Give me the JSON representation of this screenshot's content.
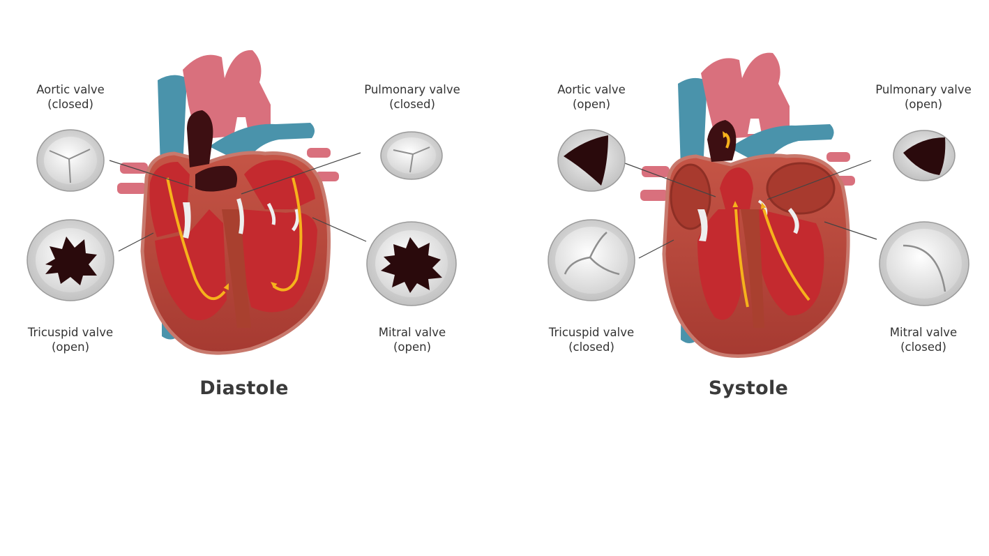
{
  "diastole": {
    "title": "Diastole",
    "aortic": {
      "name": "Aortic valve",
      "state": "(closed)"
    },
    "pulmonary": {
      "name": "Pulmonary valve",
      "state": "(closed)"
    },
    "tricuspid": {
      "name": "Tricuspid valve",
      "state": "(open)"
    },
    "mitral": {
      "name": "Mitral valve",
      "state": "(open)"
    }
  },
  "systole": {
    "title": "Systole",
    "aortic": {
      "name": "Aortic valve",
      "state": "(open)"
    },
    "pulmonary": {
      "name": "Pulmonary valve",
      "state": "(open)"
    },
    "tricuspid": {
      "name": "Tricuspid valve",
      "state": "(closed)"
    },
    "mitral": {
      "name": "Mitral valve",
      "state": "(closed)"
    }
  },
  "colors": {
    "artery_pink": "#d9707d",
    "vein_blue": "#4a93ab",
    "myocardium": "#b8453a",
    "chamber_red": "#c42a2f",
    "dark_blood": "#3d0f12",
    "flow_arrow": "#f6b21c",
    "valve_gray": "#d6d6d6"
  },
  "icons": [
    "heart-diastole-illustration",
    "heart-systole-illustration",
    "valve-closed-icon",
    "valve-open-icon",
    "flow-arrow-icon"
  ]
}
